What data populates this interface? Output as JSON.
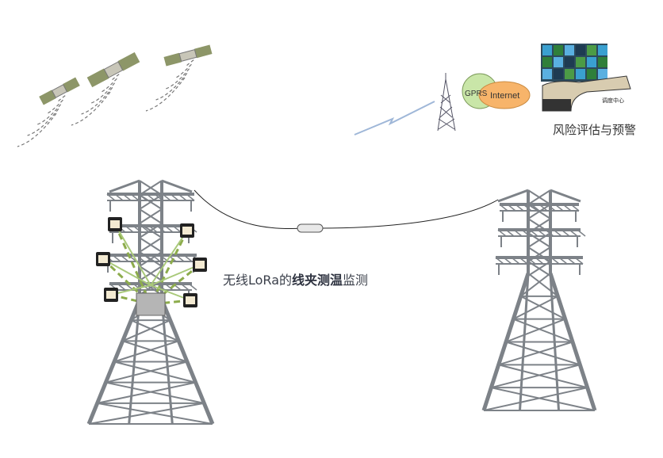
{
  "network": {
    "gprs": "GPRS",
    "internet": "Internet"
  },
  "dispatch": {
    "center_label": "调度中心",
    "risk_label": "风险评估与预警"
  },
  "caption": {
    "prefix": "无线LoRa的",
    "bold": "线夹测温",
    "suffix": "监测"
  },
  "colors": {
    "tower": "#7d8288",
    "gprs_cloud": "#c9e6a8",
    "internet_cloud": "#f7b46a",
    "link": "#8dac4c",
    "signal": "#9fb7d8"
  }
}
